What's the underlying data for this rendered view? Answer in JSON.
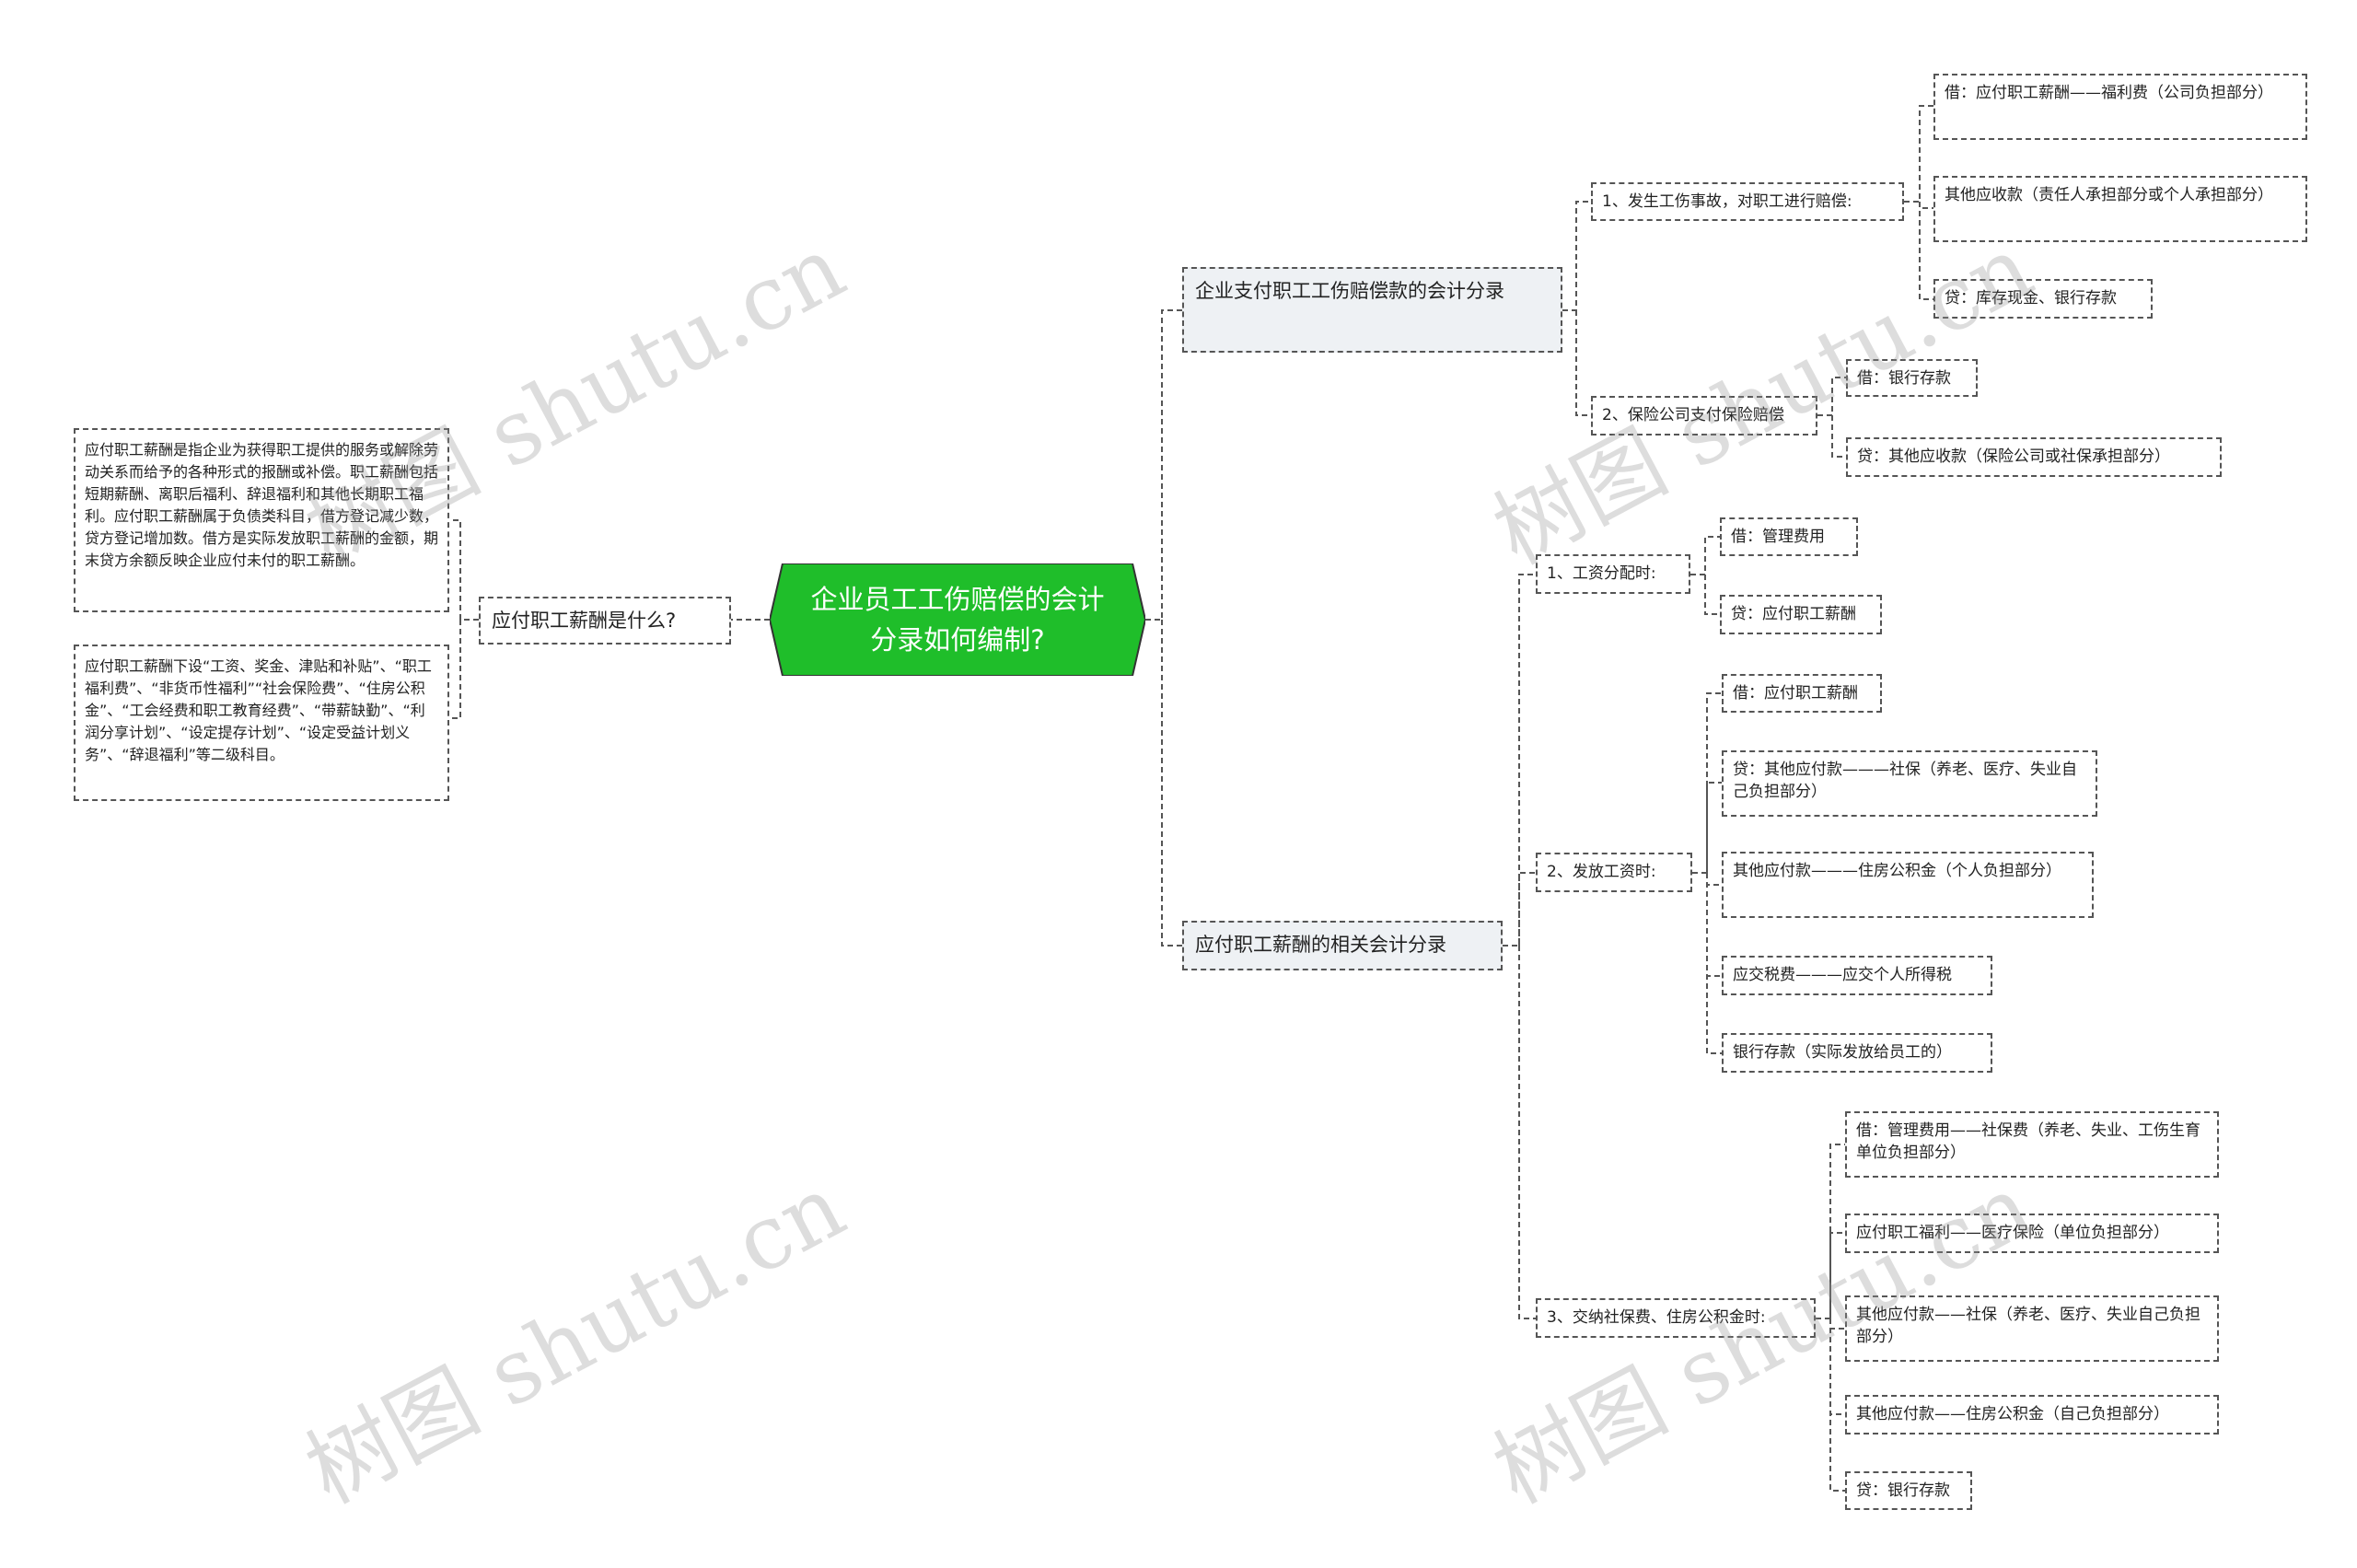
{
  "root": {
    "title": "企业员工工伤赔偿的会计分录如何编制?"
  },
  "left": {
    "label": "应付职工薪酬是什么?",
    "desc1": "应付职工薪酬是指企业为获得职工提供的服务或解除劳动关系而给予的各种形式的报酬或补偿。职工薪酬包括短期薪酬、离职后福利、辞退福利和其他长期职工福利。应付职工薪酬属于负债类科目，借方登记减少数，贷方登记增加数。借方是实际发放职工薪酬的金额，期末贷方余额反映企业应付未付的职工薪酬。",
    "desc2": "应付职工薪酬下设“工资、奖金、津贴和补贴”、“职工福利费”、“非货币性福利”“社会保险费”、“住房公积金”、“工会经费和职工教育经费”、“带薪缺勤”、“利润分享计划”、“设定提存计划”、“设定受益计划义务”、“辞退福利”等二级科目。"
  },
  "branch1": {
    "label": "企业支付职工工伤赔偿款的会计分录",
    "item1": {
      "label": "1、发生工伤事故，对职工进行赔偿:",
      "leaves": [
        "借：应付职工薪酬——福利费（公司负担部分）",
        "其他应收款（责任人承担部分或个人承担部分）",
        "贷：库存现金、银行存款"
      ]
    },
    "item2": {
      "label": "2、保险公司支付保险赔偿",
      "leaves": [
        "借：银行存款",
        "贷：其他应收款（保险公司或社保承担部分）"
      ]
    }
  },
  "branch2": {
    "label": "应付职工薪酬的相关会计分录",
    "item1": {
      "label": "1、工资分配时:",
      "leaves": [
        "借：管理费用",
        "贷：应付职工薪酬"
      ]
    },
    "item2": {
      "label": "2、发放工资时:",
      "leaves": [
        "借：应付职工薪酬",
        "贷：其他应付款———社保（养老、医疗、失业自己负担部分）",
        "其他应付款———住房公积金（个人负担部分）",
        "应交税费———应交个人所得税",
        "银行存款（实际发放给员工的）"
      ]
    },
    "item3": {
      "label": "3、交纳社保费、住房公积金时:",
      "leaves": [
        "借：管理费用——社保费（养老、失业、工伤生育单位负担部分）",
        "应付职工福利——医疗保险（单位负担部分）",
        "其他应付款——社保（养老、医疗、失业自己负担部分）",
        "其他应付款——住房公积金（自己负担部分）",
        "贷：银行存款"
      ]
    }
  },
  "watermark": "树图 shutu.cn",
  "colors": {
    "root_fill": "#1fbe2a",
    "sub_fill": "#eef1f4",
    "line": "#555555"
  }
}
